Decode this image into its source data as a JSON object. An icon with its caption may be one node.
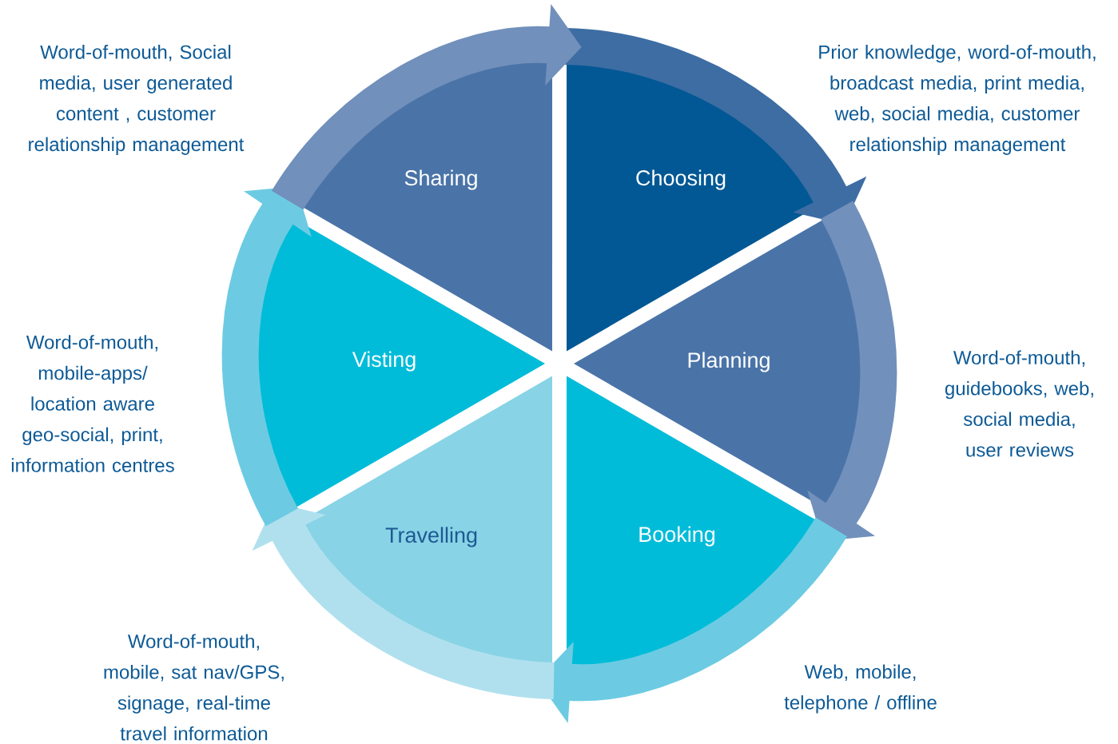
{
  "diagram": {
    "nodes": [
      {
        "text": [
          "Sharing"
        ],
        "beside": [
          "Word-of-mouth, Social media, user generated content , customer relationship management"
        ]
      },
      {
        "text": [
          "Choosing"
        ],
        "beside": [
          "Prior knowledge, word-of-mouth, broadcast media, print media, web, social media, customer relationship management"
        ]
      },
      {
        "text": [
          "Visting"
        ],
        "beside": [
          "Word-of-mouth, mobile-apps/ location aware geo-social, print, information centres"
        ]
      },
      {
        "text": [
          "Planning"
        ],
        "beside": [
          "Word-of-mouth, guidebooks, web, social media, user reviews"
        ]
      },
      {
        "text": [
          "Travelling"
        ],
        "beside": [
          "Word-of-mouth, mobile, sat nav/GPS, signage, real-time travel information"
        ]
      },
      {
        "text": [
          "Booking"
        ],
        "beside": [
          "Web, mobile, telephone / offline"
        ]
      }
    ],
    "edges": [
      {
        "from": 1,
        "to": 3,
        "arrow": "to",
        "color": "#3d6da3"
      },
      {
        "from": 3,
        "to": 5,
        "arrow": "to",
        "color": "#7190bb"
      },
      {
        "from": 5,
        "to": 4,
        "arrow": "to",
        "color": "#6ccbe2"
      },
      {
        "from": 4,
        "to": 2,
        "arrow": "to",
        "color": "#b0e0ee"
      },
      {
        "from": 2,
        "to": 0,
        "arrow": "to",
        "color": "#6ccbe2"
      },
      {
        "from": 0,
        "to": 1,
        "arrow": "to",
        "color": "#7190bb"
      }
    ]
  }
}
